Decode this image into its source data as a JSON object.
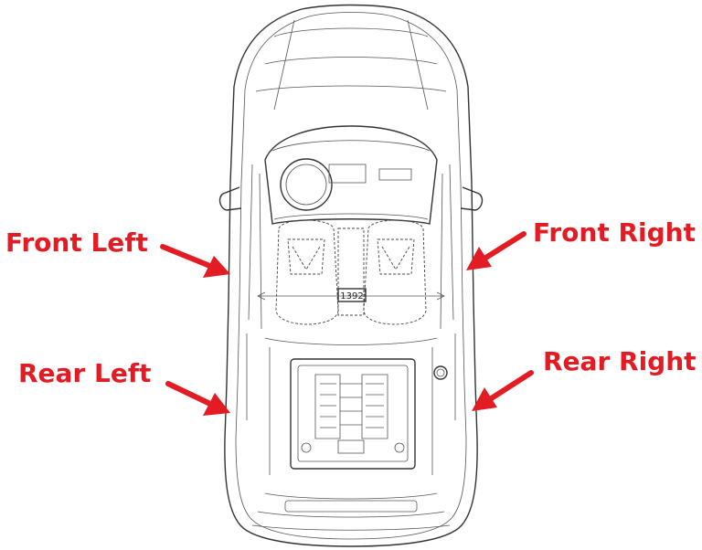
{
  "labels": {
    "front_left": "Front Left",
    "front_right": "Front Right",
    "rear_left": "Rear Left",
    "rear_right": "Rear Right"
  },
  "dimension": "1392",
  "colors": {
    "label": "#e31b23",
    "arrow": "#e31b23",
    "line": "#333333"
  }
}
